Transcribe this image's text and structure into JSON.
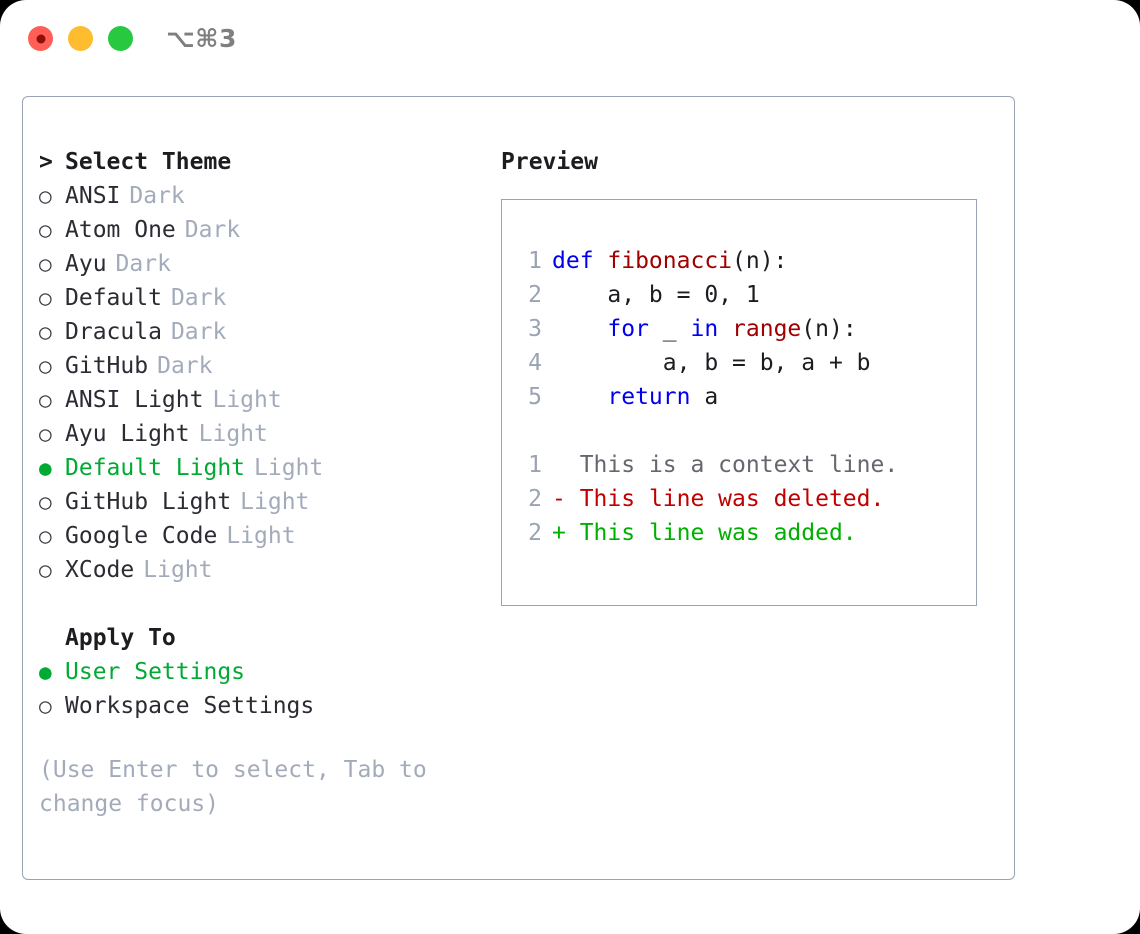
{
  "titlebar": {
    "shortcut": "⌥⌘3",
    "lights": [
      "close-red",
      "minimize-yellow",
      "maximize-green"
    ]
  },
  "theme_picker": {
    "header_caret": ">",
    "header_label": "Select Theme",
    "bullet_unselected": "○",
    "bullet_selected": "●",
    "items": [
      {
        "name": "ANSI",
        "badge": "Dark",
        "selected": false
      },
      {
        "name": "Atom One",
        "badge": "Dark",
        "selected": false
      },
      {
        "name": "Ayu",
        "badge": "Dark",
        "selected": false
      },
      {
        "name": "Default",
        "badge": "Dark",
        "selected": false
      },
      {
        "name": "Dracula",
        "badge": "Dark",
        "selected": false
      },
      {
        "name": "GitHub",
        "badge": "Dark",
        "selected": false
      },
      {
        "name": "ANSI Light",
        "badge": "Light",
        "selected": false
      },
      {
        "name": "Ayu Light",
        "badge": "Light",
        "selected": false
      },
      {
        "name": "Default Light",
        "badge": "Light",
        "selected": true
      },
      {
        "name": "GitHub Light",
        "badge": "Light",
        "selected": false
      },
      {
        "name": "Google Code",
        "badge": "Light",
        "selected": false
      },
      {
        "name": "XCode",
        "badge": "Light",
        "selected": false
      }
    ]
  },
  "apply_to": {
    "title": "Apply To",
    "options": [
      {
        "label": "User Settings",
        "selected": true
      },
      {
        "label": "Workspace Settings",
        "selected": false
      }
    ]
  },
  "hint": "(Use Enter to select, Tab to change focus)",
  "preview": {
    "title": "Preview",
    "code_lines": [
      {
        "num": "1",
        "tokens": [
          {
            "t": "def ",
            "c": "kw"
          },
          {
            "t": "fibonacci",
            "c": "fn"
          },
          {
            "t": "(n):",
            "c": "plain"
          }
        ]
      },
      {
        "num": "2",
        "tokens": [
          {
            "t": "    a, b = 0, 1",
            "c": "plain"
          }
        ]
      },
      {
        "num": "3",
        "tokens": [
          {
            "t": "    ",
            "c": "plain"
          },
          {
            "t": "for",
            "c": "kw"
          },
          {
            "t": " _ ",
            "c": "plain"
          },
          {
            "t": "in ",
            "c": "kw"
          },
          {
            "t": "range",
            "c": "fn"
          },
          {
            "t": "(n):",
            "c": "plain"
          }
        ]
      },
      {
        "num": "4",
        "tokens": [
          {
            "t": "        a, b = b, a + b",
            "c": "plain"
          }
        ]
      },
      {
        "num": "5",
        "tokens": [
          {
            "t": "    ",
            "c": "plain"
          },
          {
            "t": "return",
            "c": "kw"
          },
          {
            "t": " a",
            "c": "plain"
          }
        ]
      }
    ],
    "diff_lines": [
      {
        "num": "1",
        "marker": "  ",
        "text": "This is a context line.",
        "kind": "ctx"
      },
      {
        "num": "2",
        "marker": "- ",
        "text": "This line was deleted.",
        "kind": "del"
      },
      {
        "num": "2",
        "marker": "+ ",
        "text": "This line was added.",
        "kind": "add"
      }
    ]
  },
  "colors": {
    "accent_green": "#00aa33",
    "muted": "#a3abbb",
    "border": "#99a3b3",
    "keyword": "#0000ee",
    "function": "#a00000",
    "deleted": "#c00000",
    "added": "#00b000",
    "traffic_red": "#ff5f57",
    "traffic_yellow": "#febc2e",
    "traffic_green": "#28c840"
  }
}
